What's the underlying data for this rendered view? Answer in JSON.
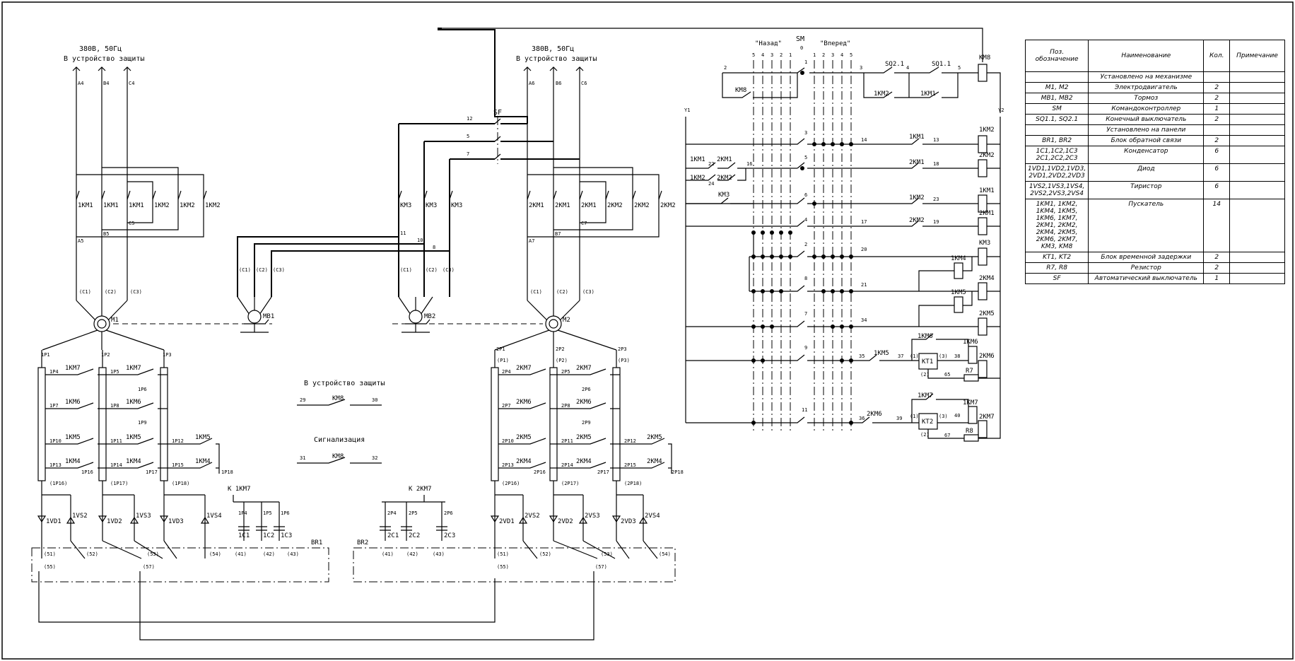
{
  "power_left": {
    "voltage": "380В, 50Гц",
    "dest": "В устройство защиты",
    "phases": [
      "A4",
      "B4",
      "C4"
    ],
    "nodes": [
      "A5",
      "B5",
      "C5"
    ],
    "terminals": [
      "(C1)",
      "(C2)",
      "(C3)"
    ]
  },
  "power_right": {
    "voltage": "380В, 50Гц",
    "dest": "В устройство защиты",
    "phases": [
      "A6",
      "B6",
      "C6"
    ],
    "nodes": [
      "A7",
      "B7",
      "C7"
    ],
    "terminals": [
      "(C1)",
      "(C2)",
      "(C3)"
    ]
  },
  "motors": {
    "m1": "M1",
    "m2": "M2",
    "mb1": "MB1",
    "mb2": "MB2"
  },
  "contacts_left": [
    "1KM1",
    "1KM1",
    "1KM1",
    "1KM2",
    "1KM2",
    "1KM2"
  ],
  "contacts_right": [
    "2KM1",
    "2KM1",
    "2KM1",
    "2KM2",
    "2KM2",
    "2KM2"
  ],
  "contacts_mid": [
    "KM3",
    "KM3",
    "KM3"
  ],
  "brake_terminals": [
    "(C1)",
    "(C2)",
    "(C3)"
  ],
  "sf": {
    "label": "SF",
    "wires": [
      "12",
      "5",
      "7"
    ],
    "nodes": [
      "11",
      "10",
      "8"
    ]
  },
  "protection": {
    "title": "В устройство защиты",
    "contact": "KM8",
    "n1": "29",
    "n2": "30"
  },
  "signal": {
    "title": "Сигнализация",
    "contact": "KM8",
    "n1": "31",
    "n2": "32"
  },
  "rotor_left": {
    "phases": [
      "1P1",
      "1P2",
      "1P3"
    ],
    "contacts": [
      "1KM7",
      "1KM7",
      "1KM6",
      "1KM6",
      "1KM5",
      "1KM5",
      "1KM5",
      "1KM4",
      "1KM4",
      "1KM4"
    ],
    "nodes": [
      "1P4",
      "1P5",
      "1P6",
      "1P7",
      "1P8",
      "1P9",
      "1P10",
      "1P11",
      "1P12",
      "1P13",
      "1P14",
      "1P15",
      "1P16",
      "1P17",
      "1P18"
    ],
    "bottom": [
      "(1P16)",
      "(1P17)",
      "(1P18)"
    ],
    "diodes": [
      "1VD1",
      "1VD2",
      "1VD3"
    ],
    "thyristors": [
      "1VS2",
      "1VS3",
      "1VS4"
    ]
  },
  "rotor_right": {
    "phases": [
      "2P1",
      "2P2",
      "2P3"
    ],
    "contacts": [
      "2KM7",
      "2KM7",
      "2KM6",
      "2KM6",
      "2KM5",
      "2KM5",
      "2KM5",
      "2KM4",
      "2KM4",
      "2KM4"
    ],
    "nodes": [
      "(P1)",
      "(P2)",
      "(P3)",
      "2P4",
      "2P5",
      "2P6",
      "2P7",
      "2P8",
      "2P9",
      "2P10",
      "2P11",
      "2P12",
      "2P13",
      "2P14",
      "2P15",
      "2P16",
      "2P17",
      "2P18"
    ],
    "bottom": [
      "(2P16)",
      "(2P17)",
      "(2P18)"
    ],
    "diodes": [
      "2VD1",
      "2VD2",
      "2VD3"
    ],
    "thyristors": [
      "2VS2",
      "2VS3",
      "2VS4"
    ]
  },
  "caps_left": {
    "title": "К 1КМ7",
    "nodes": [
      "1P4",
      "1P5",
      "1P6"
    ],
    "caps": [
      "1C1",
      "1C2",
      "1C3"
    ]
  },
  "caps_right": {
    "title": "К 2КМ7",
    "nodes": [
      "2P4",
      "2P5",
      "2P6"
    ],
    "caps": [
      "2C1",
      "2C2",
      "2C3"
    ]
  },
  "br1": {
    "label": "BR1",
    "terms": [
      "(51)",
      "(52)",
      "(53)",
      "(54)",
      "(41)",
      "(42)",
      "(43)",
      "(55)",
      "(57)"
    ]
  },
  "br2": {
    "label": "BR2",
    "terms": [
      "(41)",
      "(42)",
      "(43)",
      "(51)",
      "(52)",
      "(53)",
      "(54)",
      "(55)",
      "(57)"
    ]
  },
  "controller": {
    "name": "SM",
    "zero": "0",
    "back": "\"Назад\"",
    "forward": "\"Вперед\"",
    "back_pos": [
      "5",
      "4",
      "3",
      "2",
      "1"
    ],
    "fwd_pos": [
      "1",
      "2",
      "3",
      "4",
      "5"
    ],
    "contact_nums": [
      "1",
      "3",
      "5",
      "6",
      "4",
      "2",
      "8",
      "7",
      "9",
      "11"
    ]
  },
  "control": {
    "y1": "Y1",
    "y2": "Y2",
    "top": {
      "n2": "2",
      "n3": "3",
      "n4": "4",
      "n5": "5",
      "sq2": "SQ2.1",
      "sq1": "SQ1.1",
      "km2": "1KM2",
      "km1": "1KM1",
      "km8": "KM8",
      "coil": "KM8"
    },
    "left_contacts": [
      "1KM1",
      "2KM1",
      "1KM2",
      "2KM2",
      "KM3"
    ],
    "left_nodes": [
      "22",
      "24",
      "16"
    ],
    "rows": [
      {
        "n": "14",
        "c": "1KM1",
        "m": "13",
        "coil": "1KM2"
      },
      {
        "n": "",
        "c": "2KM1",
        "m": "18",
        "coil": "2KM2"
      },
      {
        "n": "",
        "c": "1KM2",
        "m": "23",
        "coil": "1KM1"
      },
      {
        "n": "17",
        "c": "2KM2",
        "m": "19",
        "coil": "2KM1"
      },
      {
        "n": "20",
        "c": "",
        "m": "",
        "coil": "KM3"
      },
      {
        "n": "21",
        "c": "",
        "m": "",
        "coil": "2KM4"
      },
      {
        "n": "34",
        "c": "",
        "m": "",
        "coil": "2KM5"
      }
    ],
    "side_coils": [
      "1KM4",
      "1KM5"
    ],
    "kt1": {
      "label": "KT1",
      "contact": "1KM5",
      "aux": "1KM6",
      "n": [
        "35",
        "37",
        "38",
        "65"
      ],
      "p": [
        "(1)",
        "(2)",
        "(3)"
      ],
      "r": "R7",
      "coil": "1KM6",
      "coil2": "2KM6"
    },
    "kt2": {
      "label": "KT2",
      "contact": "2KM6",
      "aux": "1KM7",
      "n": [
        "36",
        "39",
        "40",
        "67"
      ],
      "p": [
        "(1)",
        "(2)",
        "(3)"
      ],
      "r": "R8",
      "coil": "1KM7",
      "coil2": "2KM7"
    }
  },
  "spec_table": {
    "headers": [
      "Поз. обозначение",
      "Наименование",
      "Кол.",
      "Примечание"
    ],
    "rows": [
      {
        "pos": "",
        "name": "Установлено на механизме",
        "qty": "",
        "note": ""
      },
      {
        "pos": "M1, M2",
        "name": "Электродвигатель",
        "qty": "2",
        "note": ""
      },
      {
        "pos": "MB1, MB2",
        "name": "Тормоз",
        "qty": "2",
        "note": ""
      },
      {
        "pos": "SM",
        "name": "Командоконтроллер",
        "qty": "1",
        "note": ""
      },
      {
        "pos": "SQ1.1, SQ2.1",
        "name": "Конечный выключатель",
        "qty": "2",
        "note": ""
      },
      {
        "pos": "",
        "name": "Установлено на панели",
        "qty": "",
        "note": ""
      },
      {
        "pos": "BR1, BR2",
        "name": "Блок обратной связи",
        "qty": "2",
        "note": ""
      },
      {
        "pos": "1C1,1C2,1C3 2C1,2C2,2C3",
        "name": "Конденсатор",
        "qty": "6",
        "note": ""
      },
      {
        "pos": "1VD1,1VD2,1VD3, 2VD1,2VD2,2VD3",
        "name": "Диод",
        "qty": "6",
        "note": ""
      },
      {
        "pos": "1VS2,1VS3,1VS4, 2VS2,2VS3,2VS4",
        "name": "Тиристор",
        "qty": "6",
        "note": ""
      },
      {
        "pos": "1KM1, 1KM2, 1KM4, 1KM5, 1KM6, 1KM7, 2KM1, 2KM2, 2KM4, 2KM5, 2KM6, 2KM7, KM3, KM8",
        "name": "Пускатель",
        "qty": "14",
        "note": ""
      },
      {
        "pos": "KT1, KT2",
        "name": "Блок временной задержки",
        "qty": "2",
        "note": ""
      },
      {
        "pos": "R7, R8",
        "name": "Резистор",
        "qty": "2",
        "note": ""
      },
      {
        "pos": "SF",
        "name": "Автоматический выключатель",
        "qty": "1",
        "note": ""
      }
    ]
  }
}
